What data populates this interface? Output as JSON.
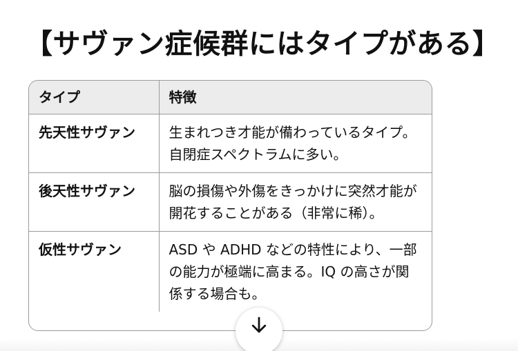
{
  "heading": "【サヴァン症候群にはタイプがある】",
  "table": {
    "headers": [
      "タイプ",
      "特徴"
    ],
    "rows": [
      {
        "type": "先天性サヴァン",
        "feature": "生まれつき才能が備わっているタイプ。自閉症スペクトラムに多い。"
      },
      {
        "type": "後天性サヴァン",
        "feature": "脳の損傷や外傷をきっかけに突然才能が開花することがある（非常に稀）。"
      },
      {
        "type": "仮性サヴァン",
        "feature": "ASD や ADHD などの特性により、一部の能力が極端に高まる。IQ の高さが関係する場合も。"
      }
    ]
  },
  "scroll_button": {
    "icon": "arrow-down-icon"
  }
}
